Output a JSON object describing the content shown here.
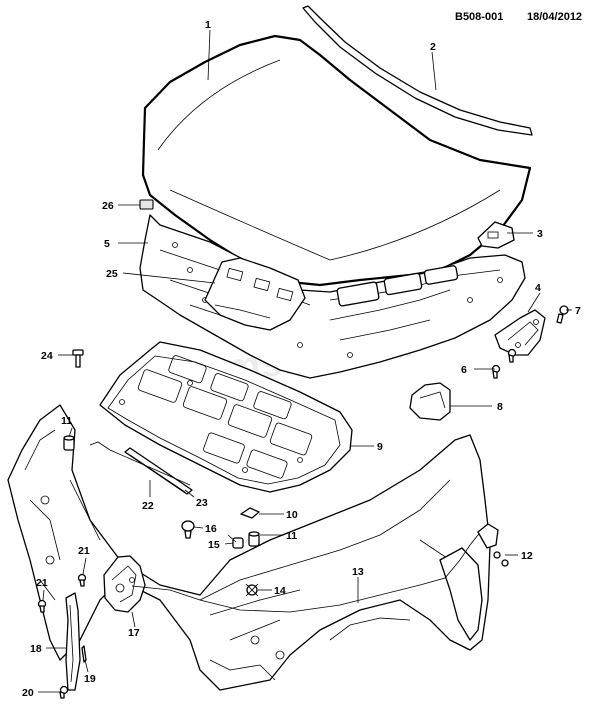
{
  "header": {
    "code": "B508-001",
    "date": "18/04/2012"
  },
  "watermark": "gmsklad.ru",
  "callouts": [
    {
      "id": "c1",
      "label": "1"
    },
    {
      "id": "c2",
      "label": "2"
    },
    {
      "id": "c3",
      "label": "3"
    },
    {
      "id": "c4",
      "label": "4"
    },
    {
      "id": "c5",
      "label": "5"
    },
    {
      "id": "c6",
      "label": "6"
    },
    {
      "id": "c7",
      "label": "7"
    },
    {
      "id": "c8",
      "label": "8"
    },
    {
      "id": "c9",
      "label": "9"
    },
    {
      "id": "c10",
      "label": "10"
    },
    {
      "id": "c11a",
      "label": "11"
    },
    {
      "id": "c11b",
      "label": "11"
    },
    {
      "id": "c12",
      "label": "12"
    },
    {
      "id": "c13",
      "label": "13"
    },
    {
      "id": "c14",
      "label": "14"
    },
    {
      "id": "c15",
      "label": "15"
    },
    {
      "id": "c16",
      "label": "16"
    },
    {
      "id": "c17",
      "label": "17"
    },
    {
      "id": "c18",
      "label": "18"
    },
    {
      "id": "c19",
      "label": "19"
    },
    {
      "id": "c20",
      "label": "20"
    },
    {
      "id": "c21a",
      "label": "21"
    },
    {
      "id": "c21b",
      "label": "21"
    },
    {
      "id": "c22",
      "label": "22"
    },
    {
      "id": "c23",
      "label": "23"
    },
    {
      "id": "c24",
      "label": "24"
    },
    {
      "id": "c25",
      "label": "25"
    },
    {
      "id": "c26",
      "label": "26"
    }
  ]
}
